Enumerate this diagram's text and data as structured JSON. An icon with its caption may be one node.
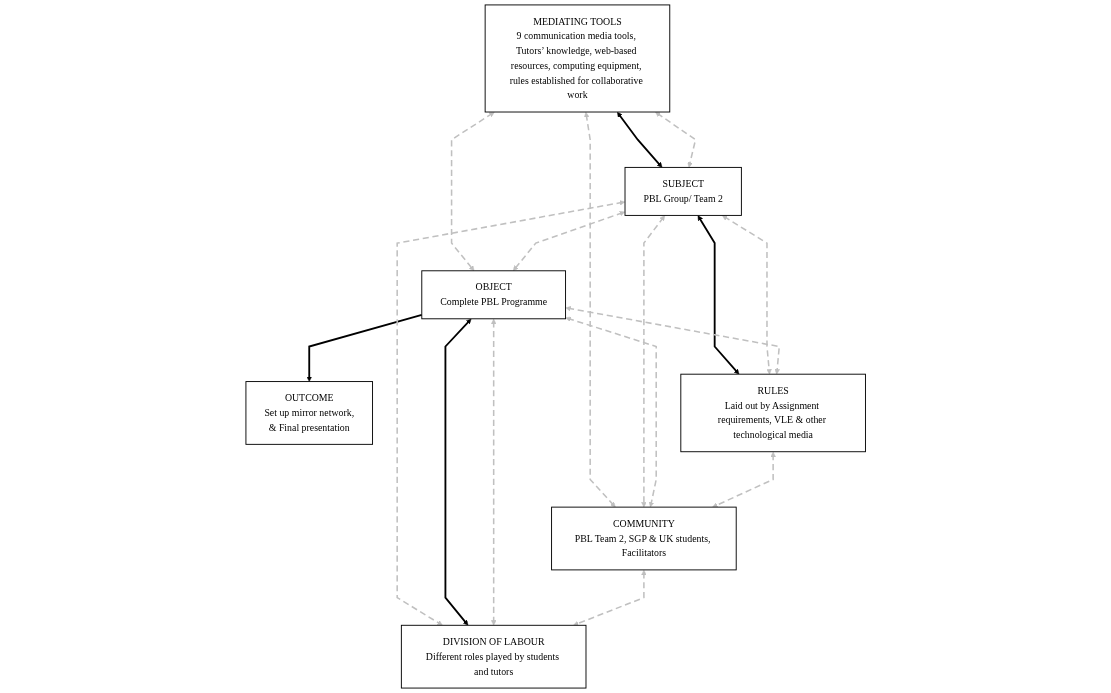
{
  "diagram": {
    "nodes": [
      {
        "text": [
          "MEDIATING TOOLS",
          "9 communication media tools, Tutors’ knowledge, web-based resources, computing equipment, rules established for collaborative work"
        ]
      },
      {
        "text": [
          "SUBJECT",
          "PBL Group/ Team 2"
        ]
      },
      {
        "text": [
          "OBJECT",
          "Complete PBL Programme"
        ]
      },
      {
        "text": [
          "OUTCOME",
          "Set up mirror network,",
          "& Final presentation"
        ]
      },
      {
        "text": [
          "RULES",
          "Laid out by Assignment requirements, VLE & other technological media"
        ]
      },
      {
        "text": [
          "COMMUNITY",
          "PBL Team 2, SGP & UK students, Facilitators"
        ]
      },
      {
        "text": [
          "DIVISION OF LABOUR",
          "Different roles played by students and tutors"
        ]
      }
    ],
    "edges": [
      {
        "from": 1,
        "to": 0,
        "arrow": "both",
        "color": "#000000"
      },
      {
        "from": 1,
        "to": 0,
        "arrow": "both",
        "style": "dashed"
      },
      {
        "from": 0,
        "to": 5,
        "arrow": "both",
        "style": "dashed"
      },
      {
        "from": 0,
        "to": 2,
        "arrow": "both",
        "style": "dashed"
      },
      {
        "from": 1,
        "to": 2,
        "arrow": "both",
        "style": "dashed"
      },
      {
        "from": 2,
        "to": 3,
        "arrow": "to",
        "color": "#000000"
      },
      {
        "from": 1,
        "to": 4,
        "arrow": "both",
        "color": "#000000"
      },
      {
        "from": 1,
        "to": 4,
        "arrow": "both",
        "style": "dashed"
      },
      {
        "from": 1,
        "to": 5,
        "arrow": "both",
        "style": "dashed"
      },
      {
        "from": 1,
        "to": 6,
        "arrow": "both",
        "style": "dashed"
      },
      {
        "from": 4,
        "to": 2,
        "arrow": "both",
        "style": "dashed"
      },
      {
        "from": 5,
        "to": 2,
        "arrow": "both",
        "style": "dashed"
      },
      {
        "from": 2,
        "to": 6,
        "arrow": "both",
        "color": "#000000"
      },
      {
        "from": 2,
        "to": 6,
        "arrow": "both",
        "style": "dashed"
      },
      {
        "from": 4,
        "to": 5,
        "arrow": "both",
        "style": "dashed"
      },
      {
        "from": 5,
        "to": 6,
        "arrow": "both",
        "style": "dashed"
      }
    ]
  }
}
